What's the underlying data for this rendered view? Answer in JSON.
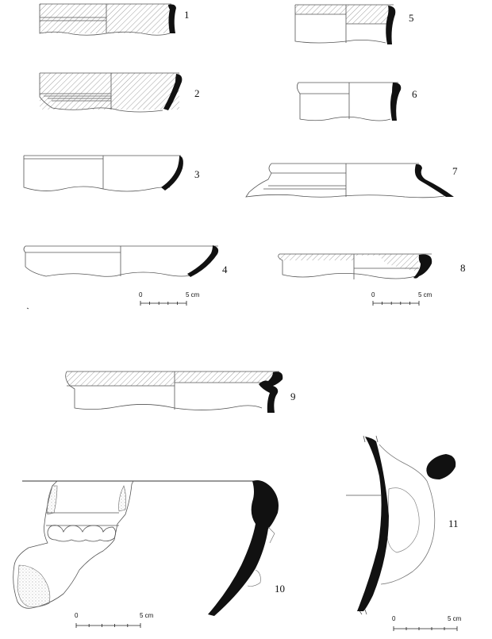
{
  "figure_numbers": [
    "1",
    "2",
    "3",
    "4",
    "5",
    "6",
    "7",
    "8",
    "9",
    "10",
    "11"
  ],
  "scale_bars": [
    {
      "start": "0",
      "end": "5 cm"
    },
    {
      "start": "0",
      "end": "5 cm"
    },
    {
      "start": "0",
      "end": "5 cm"
    },
    {
      "start": "0",
      "end": "5 cm"
    }
  ],
  "colors": {
    "ink": "#111111",
    "hatch": "#6a6a6a",
    "outline": "#555555",
    "light": "#9a9a9a"
  }
}
